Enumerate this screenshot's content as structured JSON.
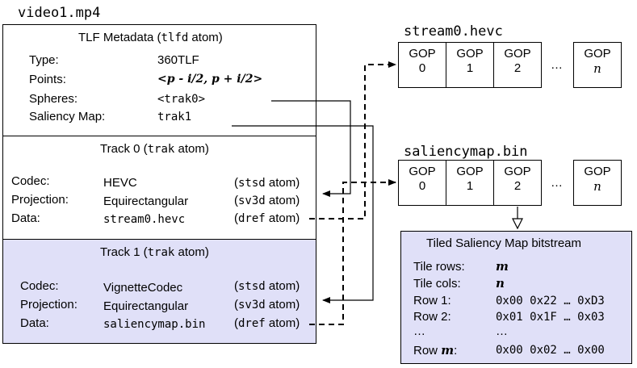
{
  "file": {
    "name": "video1.mp4"
  },
  "tlf": {
    "title_prefix": "TLF Metadata (",
    "title_code": "tlfd",
    "title_suffix": " atom)",
    "rows": [
      {
        "label": "Type:",
        "value": "360TLF"
      },
      {
        "label": "Points:",
        "value": "<p - i/2, p + i/2>"
      },
      {
        "label": "Spheres:",
        "value": "<trak0>"
      },
      {
        "label": "Saliency Map:",
        "value": "trak1"
      }
    ]
  },
  "track0": {
    "title_prefix": "Track 0 (",
    "title_code": "trak",
    "title_suffix": " atom)",
    "rows": [
      {
        "label": "Codec:",
        "value": "HEVC",
        "atom_code": "stsd",
        "atom_word": " atom)"
      },
      {
        "label": "Projection:",
        "value": "Equirectangular",
        "atom_code": "sv3d",
        "atom_word": " atom)"
      },
      {
        "label": "Data:",
        "value": "stream0.hevc",
        "atom_code": "dref",
        "atom_word": " atom)"
      }
    ]
  },
  "track1": {
    "title_prefix": "Track 1 (",
    "title_code": "trak",
    "title_suffix": " atom)",
    "rows": [
      {
        "label": "Codec:",
        "value": "VignetteCodec",
        "atom_code": "stsd",
        "atom_word": " atom)"
      },
      {
        "label": "Projection:",
        "value": "Equirectangular",
        "atom_code": "sv3d",
        "atom_word": " atom)"
      },
      {
        "label": "Data:",
        "value": "saliencymap.bin",
        "atom_code": "dref",
        "atom_word": " atom)"
      }
    ]
  },
  "stream": {
    "name": "stream0.hevc",
    "gops": [
      {
        "top": "GOP",
        "bottom": "0"
      },
      {
        "top": "GOP",
        "bottom": "1"
      },
      {
        "top": "GOP",
        "bottom": "2"
      },
      {
        "top": "GOP",
        "bottom": "n"
      }
    ],
    "ellipsis": "…"
  },
  "saliency": {
    "name": "saliencymap.bin",
    "gops": [
      {
        "top": "GOP",
        "bottom": "0"
      },
      {
        "top": "GOP",
        "bottom": "1"
      },
      {
        "top": "GOP",
        "bottom": "2"
      },
      {
        "top": "GOP",
        "bottom": "n"
      }
    ],
    "ellipsis": "…"
  },
  "bitstream": {
    "title": "Tiled Saliency Map bitstream",
    "tile_rows_label": "Tile rows:",
    "tile_rows_value": "m",
    "tile_cols_label": "Tile cols:",
    "tile_cols_value": "n",
    "rows": [
      {
        "label": "Row 1:",
        "value": "0x00 0x22 … 0xD3"
      },
      {
        "label": "Row 2:",
        "value": "0x01 0x1F … 0x03"
      },
      {
        "label": "…",
        "value": "…"
      }
    ],
    "last_row_label_prefix": "Row ",
    "last_row_label_var": "m",
    "last_row_label_suffix": ":",
    "last_row_value": "0x00 0x02 … 0x00"
  },
  "colors": {
    "track1_fill": "#e0e0f8",
    "bitstream_fill": "#e0e0f8",
    "line": "#000000"
  }
}
